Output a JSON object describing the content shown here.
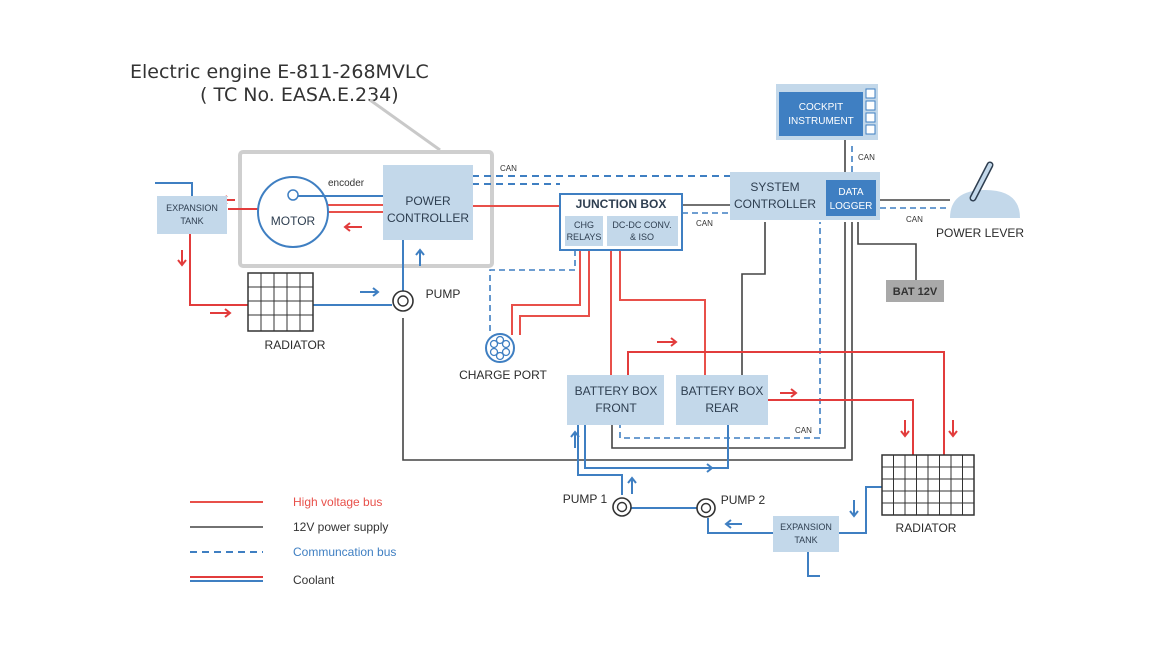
{
  "title": {
    "line1": "Electric engine E-811-268MVLC",
    "line2": "( TC No. EASA.E.234)"
  },
  "blocks": {
    "cockpit_instrument": [
      "COCKPIT",
      "INSTRUMENT"
    ],
    "expansion_tank_top": [
      "EXPANSION",
      "TANK"
    ],
    "motor": "MOTOR",
    "encoder": "encoder",
    "power_controller": [
      "POWER",
      "CONTROLLER"
    ],
    "junction_box": "JUNCTION BOX",
    "chg_relays": [
      "CHG",
      "RELAYS"
    ],
    "dcdc": [
      "DC-DC CONV.",
      "& ISO"
    ],
    "system_controller": [
      "SYSTEM",
      "CONTROLLER"
    ],
    "data_logger": [
      "DATA",
      "LOGGER"
    ],
    "power_lever": "POWER LEVER",
    "bat12v": "BAT 12V",
    "radiator_left": "RADIATOR",
    "pump_top": "PUMP",
    "charge_port": "CHARGE PORT",
    "battery_front": [
      "BATTERY BOX",
      "FRONT"
    ],
    "battery_rear": [
      "BATTERY BOX",
      "REAR"
    ],
    "radiator_right": "RADIATOR",
    "pump1": "PUMP 1",
    "pump2": "PUMP 2",
    "expansion_tank_bottom": [
      "EXPANSION",
      "TANK"
    ]
  },
  "can_labels": [
    "CAN",
    "CAN",
    "CAN",
    "CAN",
    "CAN"
  ],
  "legend": [
    {
      "label": "High voltage bus",
      "color": "#e8504a"
    },
    {
      "label": "12V power supply",
      "color": "#333333"
    },
    {
      "label": "Communcation bus",
      "color": "#3f7fc2"
    },
    {
      "label": "Coolant",
      "color": "#333333"
    }
  ],
  "colors": {
    "block_fill": "#c3d8ea",
    "cockpit_fill": "#3f7fc2",
    "high_voltage": "#e8504a",
    "power_12v": "#444444",
    "comm_bus": "#3f7fc2",
    "coolant_hot": "#e23c3c",
    "coolant_cold": "#3f7fc2"
  }
}
